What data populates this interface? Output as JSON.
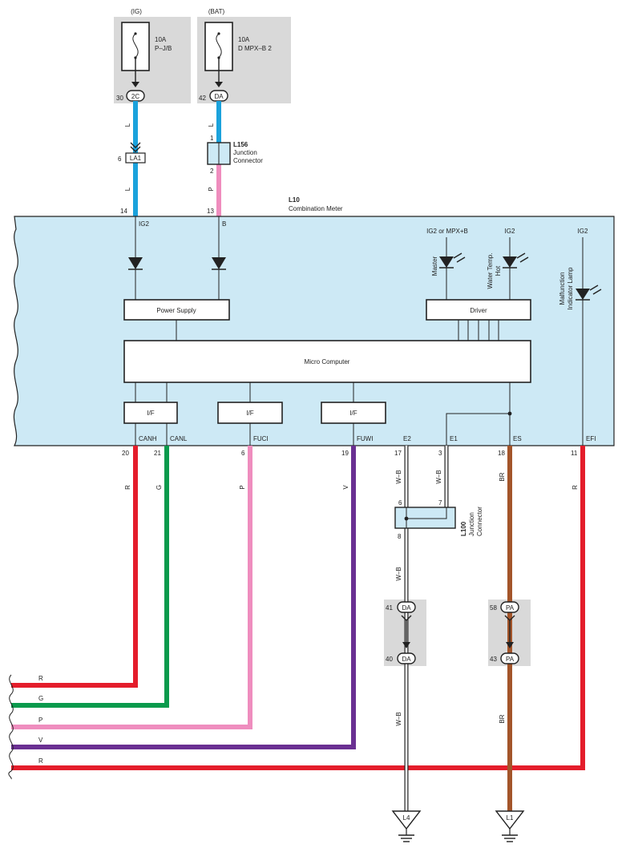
{
  "fuses": {
    "ig": {
      "source": "(IG)",
      "rating": "10A",
      "name": "P–J/B",
      "pin": "30",
      "connector": "2C"
    },
    "bat": {
      "source": "(BAT)",
      "rating": "10A",
      "name": "D MPX–B 2",
      "pin": "42",
      "connector": "DA"
    }
  },
  "connectors": {
    "la1": {
      "pin": "6",
      "label": "LA1"
    },
    "l156": {
      "id": "L156",
      "name_line1": "Junction",
      "name_line2": "Connector",
      "pin_top": "1",
      "pin_bottom": "2"
    },
    "l10": {
      "id": "L10",
      "name": "Combination Meter"
    },
    "l100": {
      "id": "L100",
      "name_line1": "Junction",
      "name_line2": "Connector",
      "pin_6": "6",
      "pin_7": "7",
      "pin_8": "8"
    },
    "da_upper": {
      "pin": "41",
      "label": "DA"
    },
    "da_lower": {
      "pin": "40",
      "label": "DA"
    },
    "pa_upper": {
      "pin": "58",
      "label": "PA"
    },
    "pa_lower": {
      "pin": "43",
      "label": "PA"
    }
  },
  "meter": {
    "power_supply": "Power Supply",
    "driver": "Driver",
    "micro_computer": "Micro Computer",
    "if_label": "I/F",
    "ig2_terminal": "IG2",
    "b_terminal": "B",
    "ig2_or_mpx": "IG2 or MPX+B",
    "ig2_a": "IG2",
    "ig2_b": "IG2",
    "master": "Master",
    "water_temp_1": "Water Temp.",
    "water_temp_2": "Hot",
    "mil_1": "Malfunction",
    "mil_2": "Indicator Lamp",
    "pin_ig2": "14",
    "pin_b": "13"
  },
  "terminals": [
    {
      "name": "CANH",
      "pin": "20"
    },
    {
      "name": "CANL",
      "pin": "21"
    },
    {
      "name": "FUCI",
      "pin": "6"
    },
    {
      "name": "FUWI",
      "pin": "19"
    },
    {
      "name": "E2",
      "pin": "17"
    },
    {
      "name": "E1",
      "pin": "3"
    },
    {
      "name": "ES",
      "pin": "18"
    },
    {
      "name": "EFI",
      "pin": "11"
    }
  ],
  "wire_colors": {
    "l_top_ig": "L",
    "l_mid_ig": "L",
    "l_top_bat": "L",
    "p_mid_bat": "P",
    "canh": "R",
    "canl": "G",
    "fuci": "P",
    "fuwi": "V",
    "e2": "W–B",
    "e1": "W–B",
    "es": "BR",
    "efi": "R",
    "e_lower": "W–B",
    "e_bottom": "W–B",
    "es_bottom": "BR"
  },
  "left_labels": [
    "R",
    "G",
    "P",
    "V",
    "R"
  ],
  "grounds": {
    "l4": "L4",
    "l1": "L1"
  },
  "colors": {
    "meter_fill": "#cde9f5",
    "fuse_block": "#d9d9d9",
    "blue_wire": "#1ba2dc",
    "pink_wire": "#ef8dbe",
    "red_wire": "#e41d2b",
    "green_wire": "#0a9a4c",
    "violet_wire": "#6a3092",
    "brown_wire": "#a3552a"
  }
}
